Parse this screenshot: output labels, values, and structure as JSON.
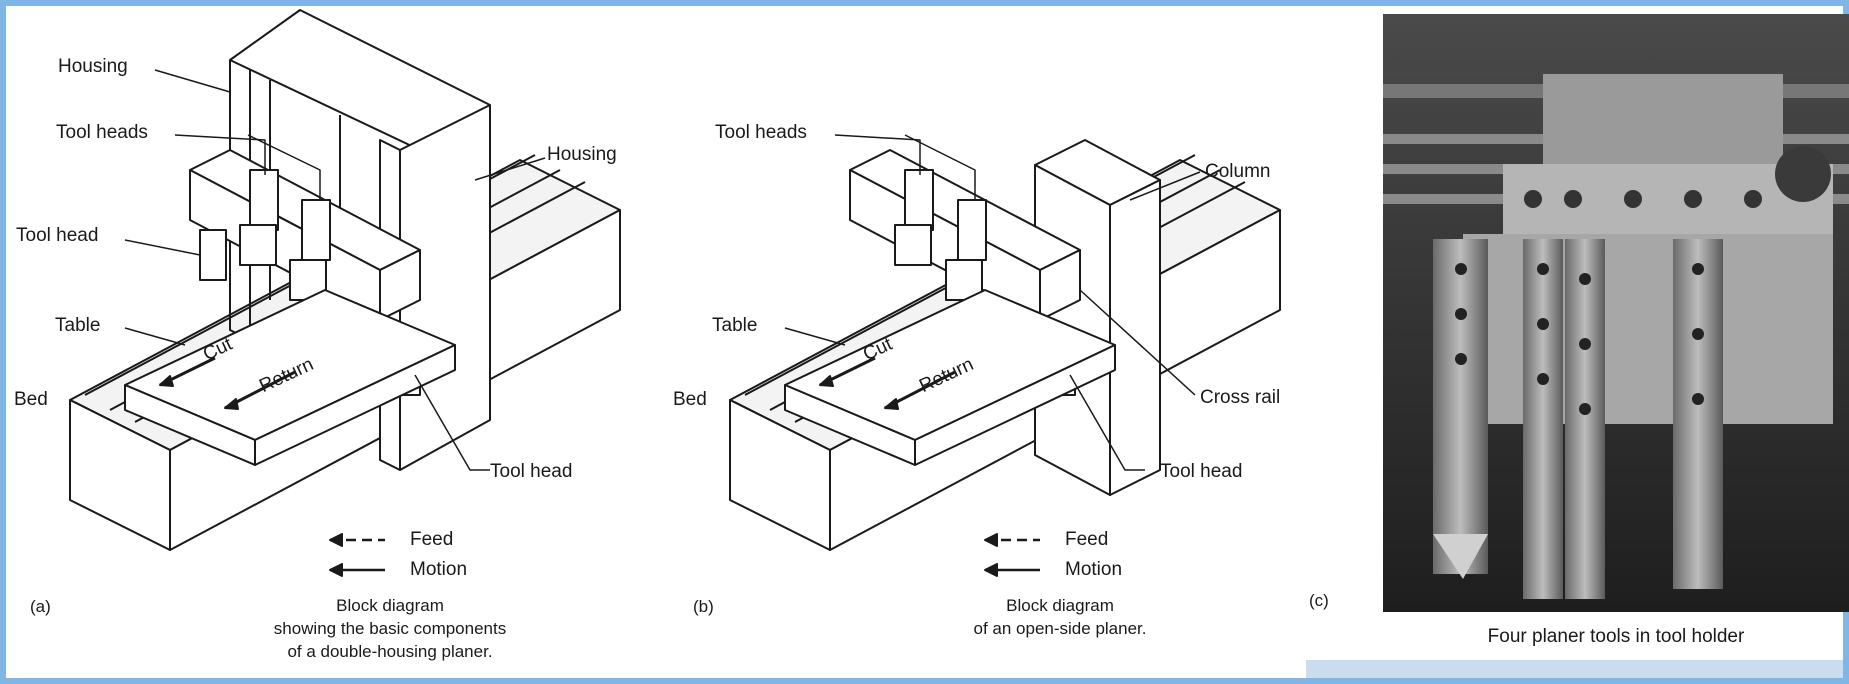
{
  "panel_a": {
    "tag": "(a)",
    "labels": {
      "housing_left": "Housing",
      "tool_heads": "Tool heads",
      "housing_right": "Housing",
      "tool_head_left": "Tool head",
      "table": "Table",
      "bed": "Bed",
      "cut": "Cut",
      "return": "Return",
      "tool_head_bottom": "Tool head"
    },
    "legend": {
      "feed": "Feed",
      "motion": "Motion"
    },
    "caption": {
      "line1": "Block diagram",
      "line2": "showing the basic components",
      "line3": "of a double-housing planer."
    }
  },
  "panel_b": {
    "tag": "(b)",
    "labels": {
      "tool_heads": "Tool heads",
      "column": "Column",
      "table": "Table",
      "bed": "Bed",
      "cut": "Cut",
      "return": "Return",
      "cross_rail": "Cross rail",
      "tool_head_bottom": "Tool head"
    },
    "legend": {
      "feed": "Feed",
      "motion": "Motion"
    },
    "caption": {
      "line1": "Block diagram",
      "line2": "of an open-side planer."
    }
  },
  "panel_c": {
    "tag": "(c)",
    "caption": "Four planer tools in tool holder"
  },
  "colors": {
    "frame": "#7fb6e6",
    "ink": "#1a1a1a",
    "paper": "#ffffff"
  }
}
